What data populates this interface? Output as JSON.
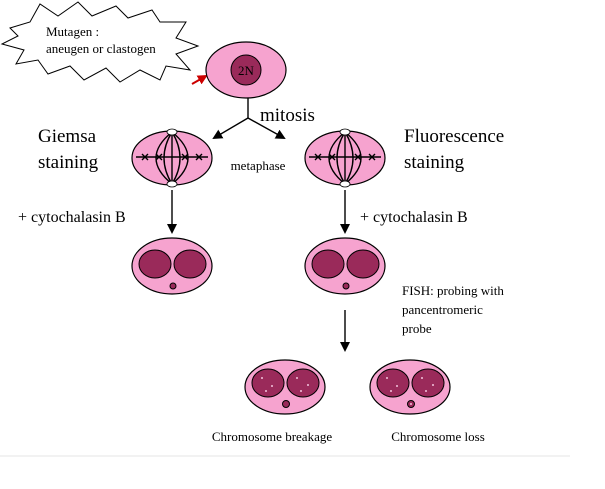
{
  "mutagen_label": [
    "Mutagen :",
    "aneugen or clastogen"
  ],
  "parent_cell_label": "2N",
  "mitosis_label": "mitosis",
  "giemsa_label": [
    "Giemsa",
    "staining"
  ],
  "fluorescence_label": [
    "Fluorescence",
    "staining"
  ],
  "metaphase_label": "metaphase",
  "cytochalasin_left": "+ cytochalasin B",
  "cytochalasin_right": "+ cytochalasin B",
  "fish_label": [
    "FISH: probing with",
    "pancentromeric",
    "probe"
  ],
  "breakage_label": "Chromosome breakage",
  "loss_label": "Chromosome loss",
  "colors": {
    "cell_fill": "#f6a3cf",
    "nucleus_fill": "#9a2a5a",
    "starburst_fill": "#ffffff",
    "accent_arrow": "#cc0000"
  }
}
